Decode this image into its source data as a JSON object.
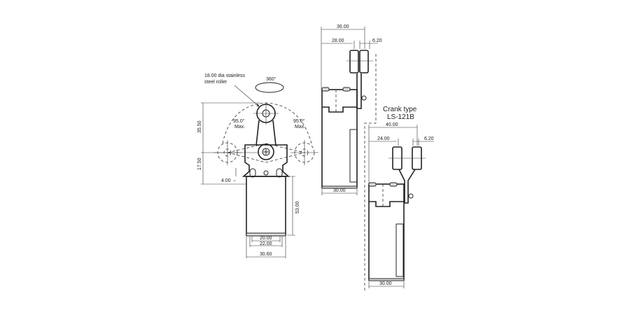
{
  "front_view": {
    "roller_note_line1": "18.00 dia stainless",
    "roller_note_line2": "steel roller",
    "rotation": "360°",
    "angle_left": "95.0°",
    "angle_left_sub": "Max.",
    "angle_right": "95.0°",
    "angle_right_sub": "Max.",
    "dim_height_upper": "35.50",
    "dim_height_lower": "17.50",
    "dim_offset": "4.00",
    "dim_body_height": "53.00",
    "dim_width_inner": "20.00",
    "dim_width_mid": "22.00",
    "dim_width_outer": "30.60"
  },
  "side_view": {
    "dim_total": "36.00",
    "dim_roller_pos": "28.00",
    "dim_roller_width": "6.20",
    "dim_body_width": "30.00"
  },
  "crank_view": {
    "title": "Crank type",
    "model": "LS-121B",
    "dim_total": "40.00",
    "dim_roller_pos": "24.00",
    "dim_roller_width": "6.20",
    "dim_body_width": "30.00"
  }
}
